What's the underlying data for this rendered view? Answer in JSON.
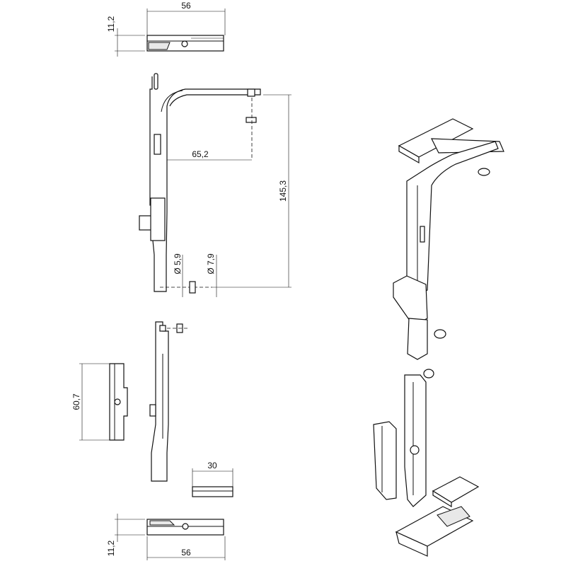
{
  "dimensions": {
    "top_height": "11,2",
    "top_width": "56",
    "horizontal_offset": "65,2",
    "total_height": "145,3",
    "diameter_small": "Ø 5,9",
    "diameter_large": "Ø 7,9",
    "middle_height": "60,7",
    "small_part_width": "30",
    "bottom_height": "11,2",
    "bottom_width": "56"
  },
  "colors": {
    "line": "#111111",
    "background": "#ffffff"
  }
}
